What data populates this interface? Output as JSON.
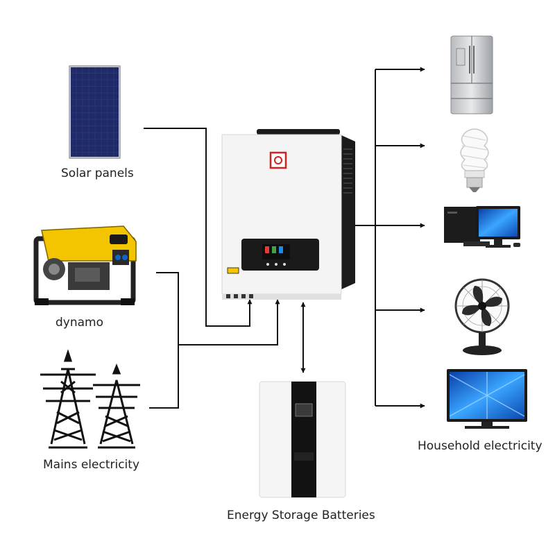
{
  "labels": {
    "solar": "Solar panels",
    "dynamo": "dynamo",
    "mains": "Mains electricity",
    "battery": "Energy Storage Batteries",
    "household": "Household electricity"
  },
  "colors": {
    "line": "#111111",
    "inverter_body": "#f4f4f4",
    "inverter_side": "#1b1b1b",
    "display": "#1a1a1a",
    "logo_red": "#d42020",
    "generator_yellow": "#f2c500",
    "solar_cell": "#1f2a66",
    "monitor_blue": "#1e7fd6",
    "battery_stripe": "#121212"
  },
  "icons": {
    "inputs": [
      "solar-panel-icon",
      "generator-icon",
      "power-tower-icon"
    ],
    "center": [
      "hybrid-inverter-icon",
      "battery-icon"
    ],
    "outputs": [
      "refrigerator-icon",
      "light-bulb-icon",
      "desktop-computer-icon",
      "electric-fan-icon",
      "television-icon"
    ]
  }
}
